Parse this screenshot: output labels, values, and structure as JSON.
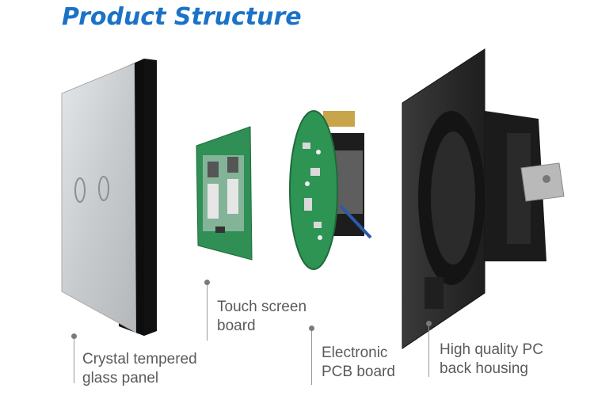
{
  "title": "Product Structure",
  "callouts": {
    "glass": {
      "line1": "Crystal tempered",
      "line2": "glass panel"
    },
    "touch": {
      "line1": "Touch screen",
      "line2": "board"
    },
    "pcb": {
      "line1": "Electronic",
      "line2": "PCB board"
    },
    "housing": {
      "line1": "High quality PC",
      "line2": "back housing"
    }
  },
  "colors": {
    "title": "#1b72c6",
    "glass": "#c9cdd0",
    "frame": "#151515",
    "pcb_green": "#2e8f4e",
    "housing": "#2a2a2a"
  }
}
